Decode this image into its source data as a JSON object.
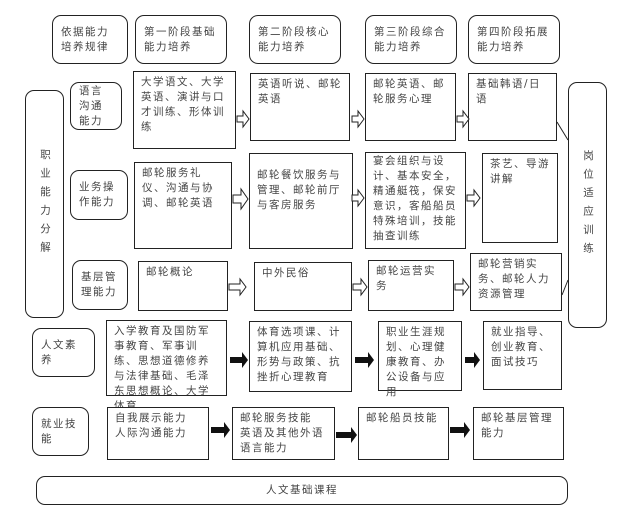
{
  "header": {
    "basis": "依据能力培养规律",
    "stages": [
      "第一阶段基础能力培养",
      "第二阶段核心能力培养",
      "第三阶段综合能力培养",
      "第四阶段拓展能力培养"
    ]
  },
  "left_label": "职业能力分解",
  "right_label": "岗位适应训练",
  "rows": [
    {
      "label": "语言沟通能力",
      "cells": [
        "大学语文、大学英语、演讲与口才训练、形体训练",
        "英语听说、邮轮英语",
        "邮轮英语、邮轮服务心理",
        "基础韩语/日语"
      ]
    },
    {
      "label": "业务操作能力",
      "cells": [
        "邮轮服务礼仪、沟通与协调、邮轮英语",
        "邮轮餐饮服务与管理、邮轮前厅与客房服务",
        "宴会组织与设计、基本安全，精通艇筏，保安意识，客船船员特殊培训，技能抽查训练",
        "茶艺、导游讲解"
      ]
    },
    {
      "label": "基层管理能力",
      "cells": [
        "邮轮概论",
        "中外民俗",
        "邮轮运营实务",
        "邮轮营销实务、邮轮人力资源管理"
      ]
    },
    {
      "label": "人文素养",
      "cells": [
        "入学教育及国防军事教育、军事训练、思想道德修养与法律基础、毛泽东思想概论、大学体育",
        "体育选项课、计算机应用基础、形势与政策、抗挫折心理教育",
        "职业生涯规划、心理健康教育、办公设备与应用",
        "就业指导、创业教育、面试技巧"
      ]
    },
    {
      "label": "就业技能",
      "cells": [
        "自我展示能力\n人际沟通能力",
        "邮轮服务技能\n英语及其他外语语言能力",
        "邮轮船员技能",
        "邮轮基层管理能力"
      ]
    }
  ],
  "footer": "人文基础课程"
}
